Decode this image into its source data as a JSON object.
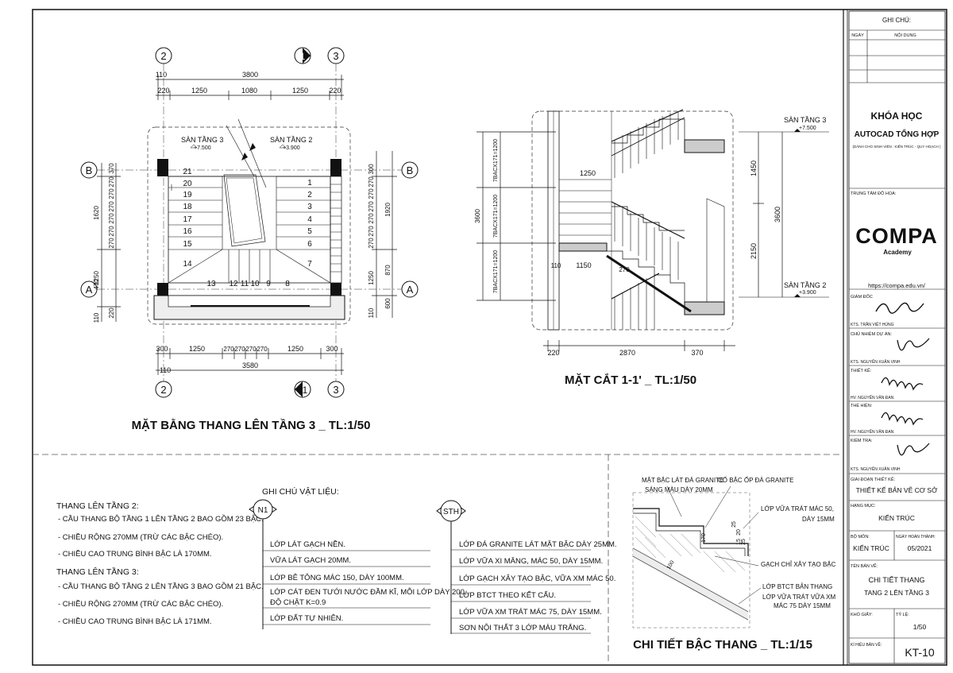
{
  "plan": {
    "title": "MẶT BẰNG THANG LÊN TẦNG 3 _ TL:1/50",
    "grid_labels": {
      "g2": "2",
      "g3": "3",
      "gB": "B",
      "gA": "A",
      "sec": "1"
    },
    "top_total": "3800",
    "top_edge": "110",
    "top_segments": [
      "220",
      "1250",
      "1080",
      "1250",
      "220"
    ],
    "bottom_segments": [
      "300",
      "1250",
      "270",
      "270",
      "270",
      "270",
      "1250",
      "300"
    ],
    "bottom_total": "3580",
    "bottom_edge": "110",
    "left_dims": [
      "1620",
      "1250",
      "370",
      "270",
      "270",
      "270",
      "270",
      "270",
      "270",
      "470",
      "220",
      "110"
    ],
    "right_dims": [
      "300",
      "270",
      "270",
      "270",
      "270",
      "270",
      "270",
      "1920",
      "870",
      "1250",
      "600",
      "110"
    ],
    "landing_left": {
      "label": "SÀN TẦNG 3",
      "level": "+7.500"
    },
    "landing_right": {
      "label": "SÀN TẦNG 2",
      "level": "+3.900"
    },
    "steps_left": [
      "21",
      "20",
      "19",
      "18",
      "17",
      "16",
      "15",
      "14"
    ],
    "steps_bottom": [
      "13",
      "12",
      "11",
      "10",
      "9",
      "8"
    ],
    "steps_right": [
      "1",
      "2",
      "3",
      "4",
      "5",
      "6",
      "7"
    ]
  },
  "section": {
    "title": "MẶT CẮT 1-1' _ TL:1/50",
    "level_top": {
      "label": "SÀN TẦNG 3",
      "level": "+7.500"
    },
    "level_bottom": {
      "label": "SÀN TẦNG 2",
      "level": "+3.900"
    },
    "dims_right": [
      "1450",
      "3600",
      "2150"
    ],
    "dims_left": [
      "3600",
      "7BACX171=1200",
      "7BACX171=1200",
      "7BACX171=1200"
    ],
    "dim_1250": "1250",
    "dim_1150": "1150",
    "dim_110": "110",
    "dim_270": "270",
    "bottom_dims": [
      "220",
      "2870",
      "370"
    ]
  },
  "notes": {
    "stair2_title": "THANG LÊN TẦNG 2:",
    "stair2_items": [
      "- CẦU THANG BỘ TẦNG 1 LÊN TẦNG 2 BAO GỒM 23 BẬC.",
      "- CHIỀU RỘNG 270MM (TRỪ CÁC BẬC CHÉO).",
      "- CHIỀU CAO TRUNG BÌNH BẬC LÀ 170MM."
    ],
    "stair3_title": "THANG LÊN TẦNG 3:",
    "stair3_items": [
      "- CẦU THANG BỘ TẦNG 2 LÊN TẦNG 3 BAO GỒM 21 BẬC.",
      "- CHIỀU RỘNG 270MM (TRỪ CÁC BẬC CHÉO).",
      "- CHIỀU CAO TRUNG BÌNH BẬC LÀ 171MM."
    ]
  },
  "materials": {
    "title": "GHI CHÚ VẬT LIỆU:",
    "n1_tag": "N1",
    "n1_items": [
      "LỚP LÁT GẠCH NỀN.",
      "VỮA LÁT GẠCH 20MM.",
      "LỚP BÊ TÔNG MÁC 150, DÀY 100MM.",
      "LỚP CÁT ĐEN TƯỚI NƯỚC ĐẦM KĨ, MỖI LỚP DÀY 200,",
      "ĐỘ CHẶT K=0.9",
      "LỚP ĐẤT TỰ NHIÊN."
    ],
    "sth_tag": "STH",
    "sth_items": [
      "LỚP ĐÁ GRANITE LÁT MẶT BẬC DÀY 25MM.",
      "LỚP VỮA XI MĂNG, MÁC 50, DÀY 15MM.",
      "LỚP GẠCH XÂY TẠO BẬC, VỮA XM MÁC 50.",
      "LỚP BTCT THEO KẾT CẤU.",
      "LỚP VỮA XM TRÁT MÁC 75, DÀY 15MM.",
      "SƠN NỘI THẤT 3 LỚP MÀU TRẮNG."
    ]
  },
  "detail": {
    "title": "CHI TIẾT BẬC THANG _ TL:1/15",
    "label_top_left_1": "MẶT BẬC LÁT ĐÁ GRANITE",
    "label_top_left_2": "SÁNG MÀU DÀY 20MM",
    "label_top_right": "CỔ BẬC ỐP ĐÁ GRANITE",
    "label_r1_1": "LỚP VỮA TRÁT MÁC 50,",
    "label_r1_2": "DÀY 15MM",
    "label_r2": "GẠCH CHỈ XÂY TẠO BẬC",
    "label_r3": "LỚP BTCT BẢN THANG",
    "label_r4_1": "LỚP VỮA TRÁT VỮA XM",
    "label_r4_2": "MÁC 75 DÀY 15MM",
    "dims": [
      "170",
      "25",
      "20",
      "15",
      "25",
      "100"
    ]
  },
  "titleblock": {
    "notes_header": "GHI CHÚ:",
    "col_date": "NGÀY",
    "col_content": "NỘI DUNG",
    "course_1": "KHÓA HỌC",
    "course_2": "AUTOCAD TỔNG HỢP",
    "course_3": "(DÀNH CHO SINH VIÊN : KIẾN TRÚC - QUY HOẠCH )",
    "center_label": "TRUNG TÂM ĐỒ HỌA:",
    "logo_text": "COMPA",
    "logo_sub": "Academy",
    "url": "https://compa.edu.vn/",
    "director_label": "GIÁM ĐỐC",
    "director_name": "KTS. TRẦN VIỆT HÙNG",
    "pm_label": "CHỦ NHIỆM DỰ ÁN:",
    "pm_name": "KTS. NGUYỄN XUÂN VINH",
    "design_label": "THIẾT KẾ:",
    "design_name": "HV. NGUYỄN VĂN ĐAN",
    "exec_label": "THỂ HIỆN:",
    "exec_name": "HV. NGUYỄN VĂN ĐAN",
    "check_label": "KIỂM TRA:",
    "check_name": "KTS. NGUYỄN XUÂN VINH",
    "phase_label": "GIAI ĐOẠN THIẾT KẾ:",
    "phase_value": "THIẾT KẾ BẢN VẼ CƠ SỞ",
    "item_label": "HẠNG MỤC:",
    "item_value": "KIẾN TRÚC",
    "dept_label": "BỘ MÔN:",
    "dept_value": "KIẾN TRÚC",
    "date_label": "NGÀY HOÀN THÀNH:",
    "date_value": "05/2021",
    "drawing_label": "TÊN BẢN VẼ:",
    "drawing_1": "CHI TIẾT THANG",
    "drawing_2": "TANG 2 LÊN TẦNG 3",
    "size_label": "KHỔ GIẤY:",
    "scale_label": "TỶ LỆ:",
    "scale_value": "1/50",
    "code_label": "KÍ HIỆU BẢN VẼ:",
    "code_value": "KT-10"
  }
}
